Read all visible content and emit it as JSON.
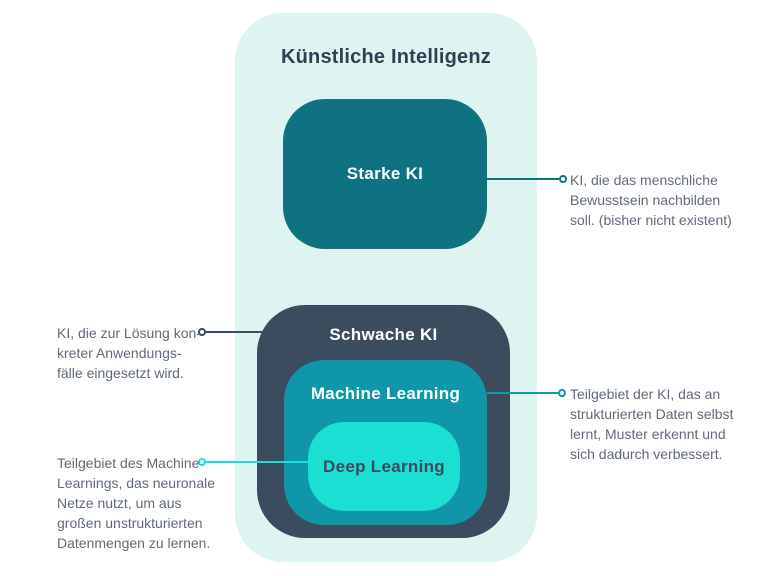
{
  "diagram": {
    "title": "Künstliche Intelligenz",
    "boxes": {
      "starke": {
        "label": "Starke KI"
      },
      "schwache": {
        "label": "Schwache KI"
      },
      "machine": {
        "label": "Machine Learning"
      },
      "deep": {
        "label": "Deep Learning"
      }
    },
    "annotations": {
      "starke": {
        "text": "KI, die das menschliche\nBewusstsein nachbilden\nsoll. (bisher nicht existent)"
      },
      "schwache": {
        "text": "KI, die zur Lösung kon-\nkreter Anwendungs-\nfälle eingesetzt wird."
      },
      "machine": {
        "text": "Teilgebiet der KI, das an\nstrukturierten Daten selbst\nlernt, Muster erkennt und\nsich dadurch verbessert."
      },
      "deep": {
        "text": "Teilgebiet des Machine\nLearnings, das neuronale\nNetze nutzt, um aus\ngroßen unstrukturierten\nDatenmengen zu lernen."
      }
    },
    "colors": {
      "outer_bg": "#ddf4f0",
      "starke_bg": "#0e7280",
      "schwache_bg": "#3b4c5e",
      "machine_bg": "#0f96a8",
      "deep_bg": "#1bdfd2",
      "title_text": "#333f54",
      "annotation_text": "#606b79"
    }
  }
}
